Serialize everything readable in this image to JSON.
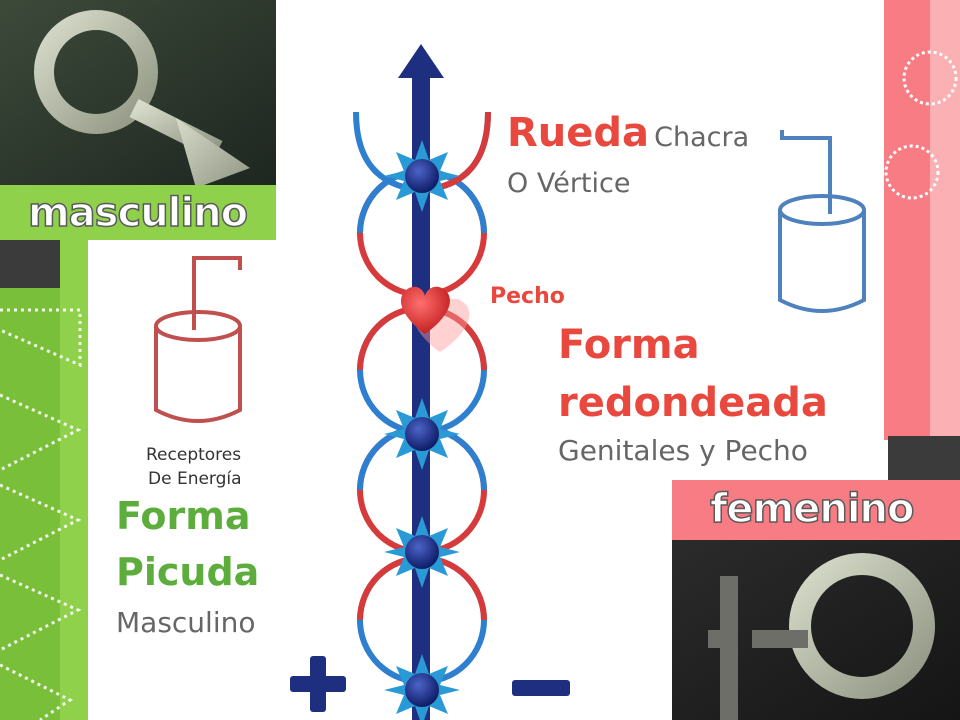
{
  "labels": {
    "masculino": "masculino",
    "femenino": "femenino",
    "rueda": "Rueda",
    "chacra": "Chacra",
    "vertice": "O Vértice",
    "pecho": "Pecho",
    "forma_red_1": "Forma",
    "forma_red_2": "redondeada",
    "genitales": "Genitales y Pecho",
    "receptores_1": "Receptores",
    "receptores_2": "De Energía",
    "forma_pic_1": "Forma",
    "forma_pic_2": "Picuda",
    "masculino_sub": "Masculino"
  },
  "colors": {
    "green": "#5cad3b",
    "light_green": "#8fd14a",
    "pink": "#f77c83",
    "dark_blue": "#1f2f80",
    "blue_ring": "#2f7fd0",
    "red_ring": "#d63a3a",
    "red_text": "#e8483e",
    "cylinder_red": "#c0504d",
    "cylinder_blue": "#4f81bd"
  },
  "icons": [
    "male-symbol-icon",
    "female-symbol-icon",
    "heart-icon",
    "star-icon",
    "plus-icon",
    "minus-icon",
    "arrow-up-icon"
  ]
}
